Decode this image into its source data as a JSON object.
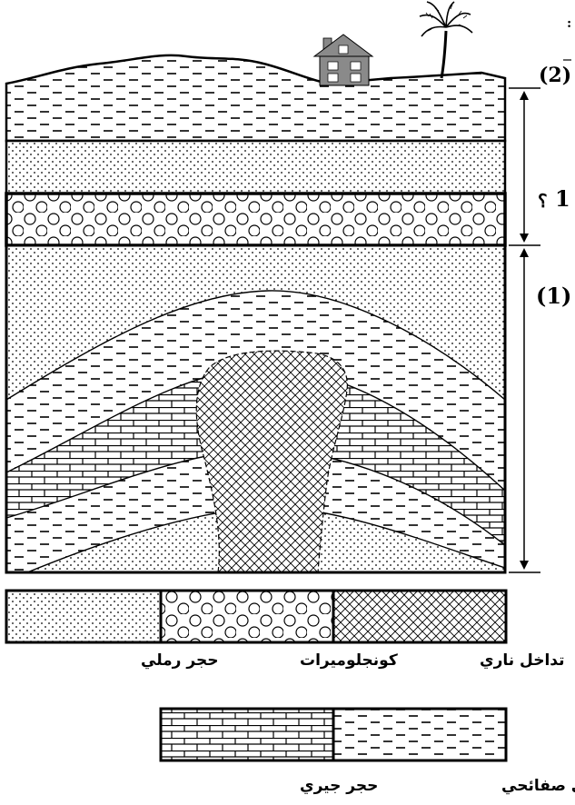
{
  "diagram": {
    "labels": {
      "upper_series_marker": "(2)",
      "upper_series_colon": ":",
      "middle_marker_number": "1",
      "middle_marker_symbol": "؟",
      "lower_series_marker": "(1)"
    },
    "legend": {
      "sandstone": "حجر رملي",
      "conglomerate": "كونجلوميرات",
      "igneous_intrusion": "تداخل ناري",
      "limestone": "حجر جيري",
      "shale": "حجر طيني صفائحي"
    },
    "icons": [
      "house-icon",
      "palm-tree-icon"
    ]
  }
}
